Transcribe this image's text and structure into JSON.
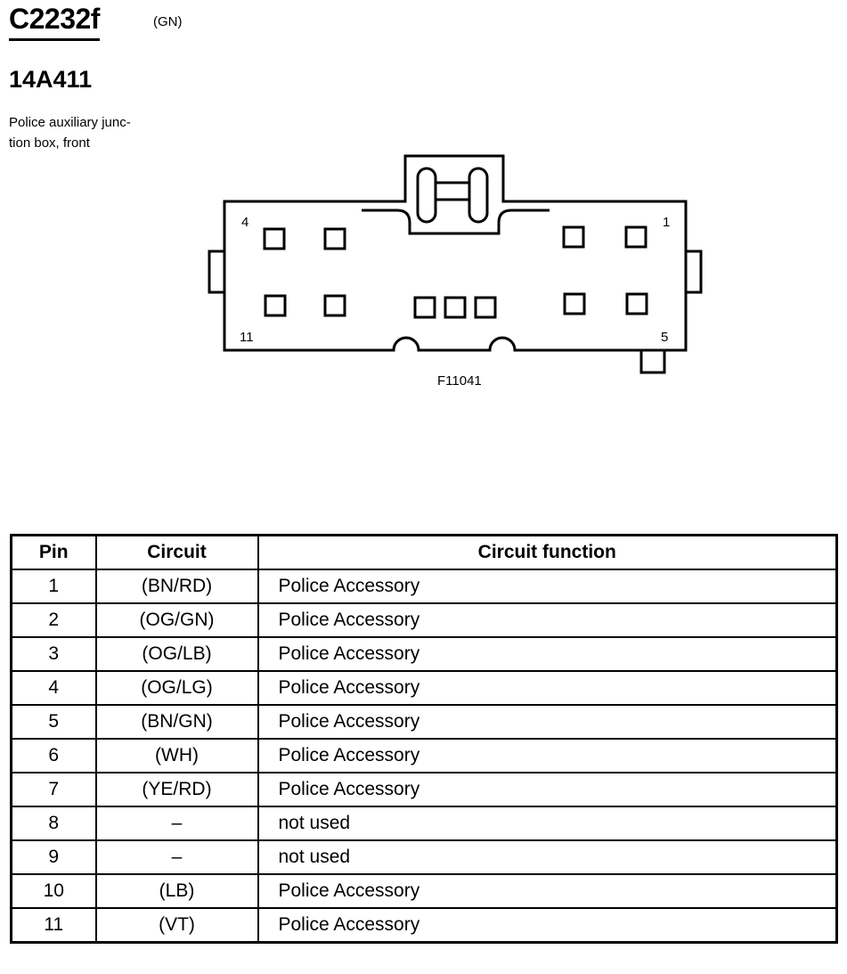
{
  "header": {
    "connector_id": "C2232f",
    "color_code": "(GN)",
    "part_number": "14A411",
    "description_lines": [
      "Police auxiliary junc-",
      "tion box, front"
    ]
  },
  "diagram": {
    "figure_id": "F11041",
    "pin_labels": {
      "top_left": "4",
      "top_right": "1",
      "bottom_left": "11",
      "bottom_right": "5"
    }
  },
  "table": {
    "headers": {
      "pin": "Pin",
      "circuit": "Circuit",
      "function": "Circuit function"
    },
    "rows": [
      {
        "pin": "1",
        "circuit": "(BN/RD)",
        "function": "Police Accessory"
      },
      {
        "pin": "2",
        "circuit": "(OG/GN)",
        "function": "Police Accessory"
      },
      {
        "pin": "3",
        "circuit": "(OG/LB)",
        "function": "Police Accessory"
      },
      {
        "pin": "4",
        "circuit": "(OG/LG)",
        "function": "Police Accessory"
      },
      {
        "pin": "5",
        "circuit": "(BN/GN)",
        "function": "Police Accessory"
      },
      {
        "pin": "6",
        "circuit": "(WH)",
        "function": "Police Accessory"
      },
      {
        "pin": "7",
        "circuit": "(YE/RD)",
        "function": "Police Accessory"
      },
      {
        "pin": "8",
        "circuit": "–",
        "function": "not used"
      },
      {
        "pin": "9",
        "circuit": "–",
        "function": "not used"
      },
      {
        "pin": "10",
        "circuit": "(LB)",
        "function": "Police Accessory"
      },
      {
        "pin": "11",
        "circuit": "(VT)",
        "function": "Police Accessory"
      }
    ]
  }
}
